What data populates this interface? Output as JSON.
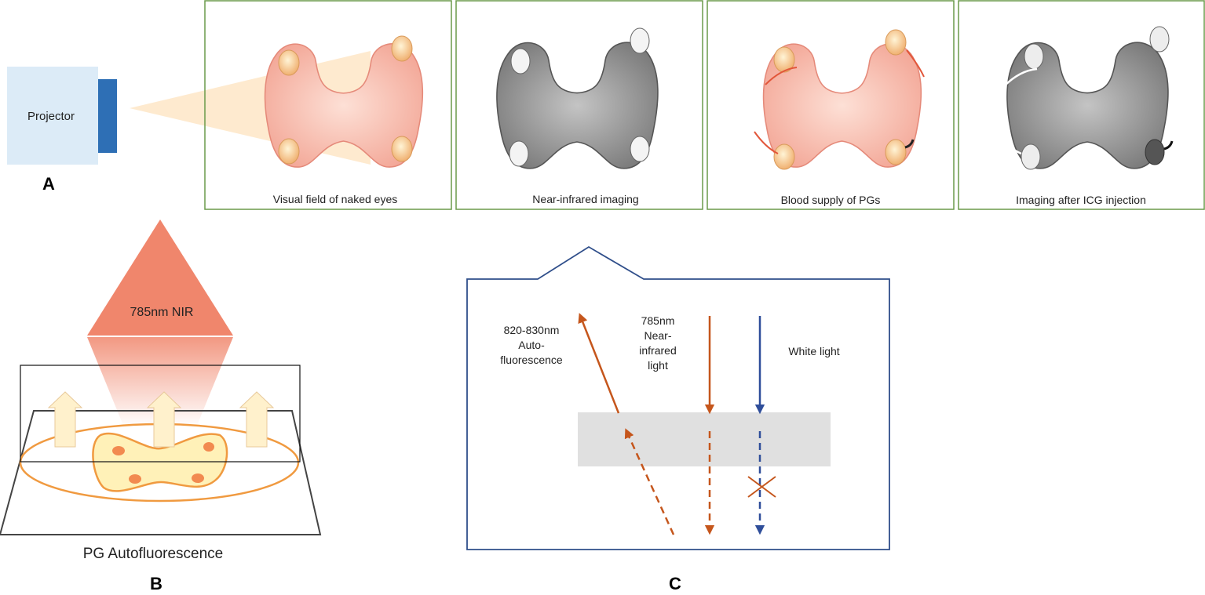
{
  "projector": {
    "label": "Projector"
  },
  "panel_labels": {
    "a": "A",
    "b": "B",
    "c": "C"
  },
  "panels": [
    {
      "caption": "Visual field of naked eyes"
    },
    {
      "caption": "Near-infrared imaging"
    },
    {
      "caption": "Blood supply of PGs"
    },
    {
      "caption": "Imaging after ICG injection"
    }
  ],
  "panel_b": {
    "triangle_label": "785nm NIR",
    "caption": "PG Autofluorescence"
  },
  "panel_c": {
    "autofluor_line1": "820-830nm",
    "autofluor_line2": "Auto-",
    "autofluor_line3": "fluorescence",
    "nir_line1": "785nm",
    "nir_line2": "Near-",
    "nir_line3": "infrared",
    "nir_line4": "light",
    "white_light": "White light"
  },
  "colors": {
    "panel_border": "#6a9a4a",
    "projector_body": "#dcebf7",
    "projector_lens": "#2e6fb5",
    "beam": "#fde3bf",
    "gland_pink": "#f7c0b3",
    "gland_gray": "#9a9a9a",
    "nir_triangle": "#f0866c",
    "orange_arrow": "#c5561c",
    "blue_arrow": "#2f4e9a",
    "tissue_gray": "#e0e0e0",
    "callout_border": "#2f4e8a"
  }
}
